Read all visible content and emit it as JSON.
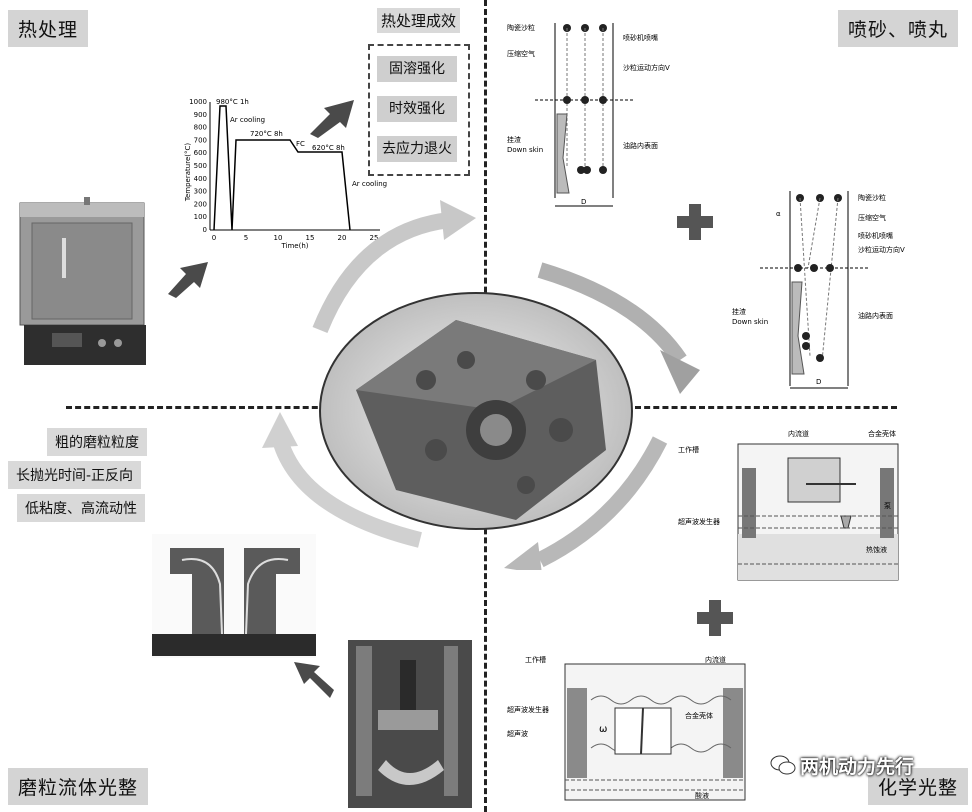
{
  "quadrants": {
    "heat_treatment": "热处理",
    "sandblast": "喷砂、喷丸",
    "abrasive_flow": "磨粒流体光整",
    "chemical": "化学光整"
  },
  "heat_effects": {
    "title": "热处理成效",
    "items": [
      "固溶强化",
      "时效强化",
      "去应力退火"
    ]
  },
  "abrasive_params": [
    "粗的磨粒粒度",
    "长抛光时间-正反向",
    "低粘度、高流动性"
  ],
  "heat_chart": {
    "y_label": "Temperature(°C)",
    "x_label": "Time(h)",
    "y_ticks": [
      "1000",
      "900",
      "800",
      "700",
      "600",
      "500",
      "400",
      "300",
      "200",
      "100",
      "0"
    ],
    "x_ticks": [
      "0",
      "5",
      "10",
      "15",
      "20",
      "25"
    ],
    "annotations": {
      "a1": "980°C 1h",
      "a2": "Ar cooling",
      "a3": "720°C 8h",
      "a4": "FC",
      "a5": "620°C 8h",
      "a6": "Ar cooling"
    }
  },
  "blast_diagram_1": {
    "ceramic": "陶瓷沙粒",
    "air": "压缩空气",
    "nozzle": "喷砂机喷嘴",
    "direction": "沙粒运动方向V",
    "slag": "挂渣",
    "down_skin": "Down skin",
    "inner_surface": "油路内表面",
    "d": "D"
  },
  "blast_diagram_2": {
    "ceramic": "陶瓷沙粒",
    "air": "压缩空气",
    "nozzle": "喷砂机喷嘴",
    "direction": "沙粒运动方向V",
    "slag": "挂渣",
    "down_skin": "Down skin",
    "inner_surface": "油路内表面",
    "alpha": "α",
    "d": "D"
  },
  "chem_diagram_1": {
    "tank": "工作槽",
    "channel": "内流道",
    "shell": "合金壳体",
    "pump": "泵",
    "ultrasonic": "超声波发生器",
    "solution": "热蚀液"
  },
  "chem_diagram_2": {
    "tank": "工作槽",
    "channel": "内流道",
    "ultrasonic_gen": "超声波发生器",
    "shell": "合金壳体",
    "wave": "超声波",
    "omega": "ω",
    "acid": "酸液"
  },
  "watermark": "两机动力先行"
}
